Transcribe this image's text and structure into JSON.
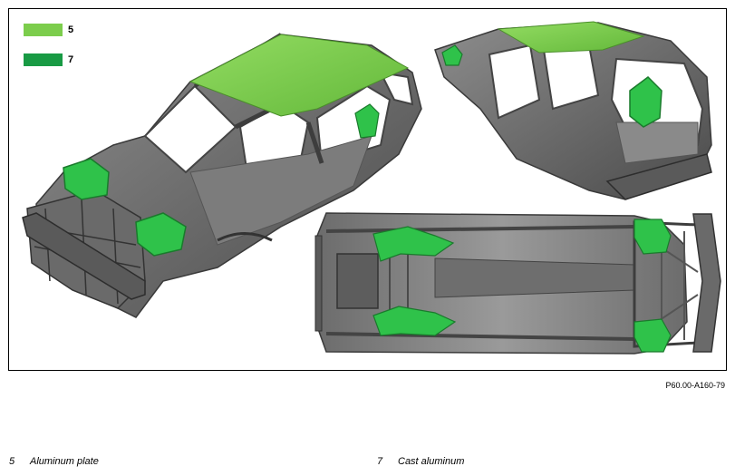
{
  "legend": [
    {
      "number": "5",
      "color": "#7ccd4c"
    },
    {
      "number": "7",
      "color": "#189a44"
    }
  ],
  "figure_code": "P60.00-A160-79",
  "captions": [
    {
      "number": "5",
      "label": "Aluminum plate"
    },
    {
      "number": "7",
      "label": "Cast aluminum"
    }
  ],
  "colors": {
    "body_dark": "#4f4f4f",
    "body_mid": "#7a7a7a",
    "body_light": "#a8a8a8",
    "aluminum_plate": "#7ccd4c",
    "cast_aluminum": "#2fc24a"
  },
  "views": [
    "front-three-quarter-view",
    "rear-three-quarter-view",
    "underbody-bottom-view"
  ]
}
